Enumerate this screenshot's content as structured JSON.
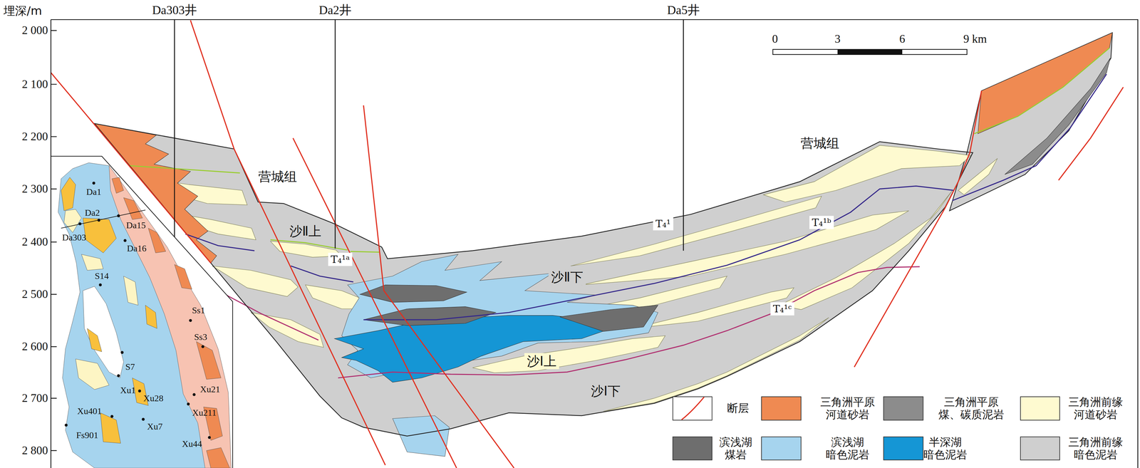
{
  "diagram": {
    "labels": [
      "埋深/m",
      "2 000",
      "2 100",
      "2 200",
      "2 300",
      "2 400",
      "2 500",
      "2 600",
      "2 700",
      "2 800",
      "Da303井",
      "Da2井",
      "Da5井",
      "0",
      "3",
      "6",
      "9 km",
      "营城组",
      "沙Ⅱ上",
      "T₄¹ᵃ",
      "营城组",
      "T₄¹",
      "T₄¹ᵇ",
      "沙Ⅱ下",
      "T₄¹ᶜ",
      "沙Ⅰ上",
      "沙Ⅰ下",
      "Da1",
      "Da2",
      "Da15",
      "Da303",
      "Da16",
      "S14",
      "Ss1",
      "Ss3",
      "S7",
      "Xu1",
      "Xu21",
      "Xu28",
      "Xu211",
      "Xu401",
      "Xu7",
      "Fs901",
      "Xu44"
    ],
    "legend": [
      {
        "text": "断层"
      },
      {
        "text": "三角洲平原 河道砂岩",
        "color": "#ef8a52"
      },
      {
        "text": "三角洲平原 煤、碳质泥岩",
        "color": "#8c8c8c"
      },
      {
        "text": "三角洲前缘 河道砂岩",
        "color": "#fefad0"
      },
      {
        "text": "滨浅湖 煤岩",
        "color": "#6e6e6e"
      },
      {
        "text": "滨浅湖 暗色泥岩",
        "color": "#a6d4ee"
      },
      {
        "text": "半深湖 暗色泥岩",
        "color": "#1596d5"
      },
      {
        "text": "三角洲前缘 暗色泥岩",
        "color": "#cfcfcf"
      }
    ]
  }
}
